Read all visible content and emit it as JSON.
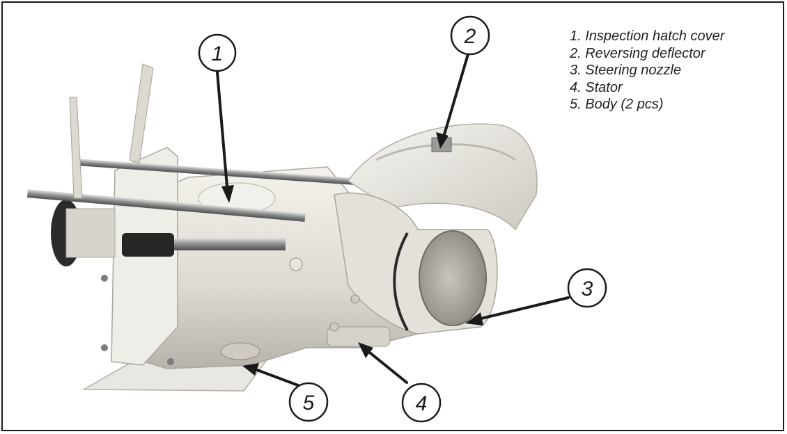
{
  "legend": [
    "1. Inspection hatch cover",
    "2. Reversing deflector",
    "3. Steering nozzle",
    "4. Stator",
    "5. Body (2 pcs)"
  ],
  "callouts": [
    "1",
    "2",
    "3",
    "4",
    "5"
  ],
  "colors": {
    "frame": "#1a1a1a",
    "body": "#e6e3dc",
    "shadow": "#b9b5ad",
    "metal": "#9a9a9a",
    "dark": "#2b2b2b",
    "text": "#222222"
  }
}
